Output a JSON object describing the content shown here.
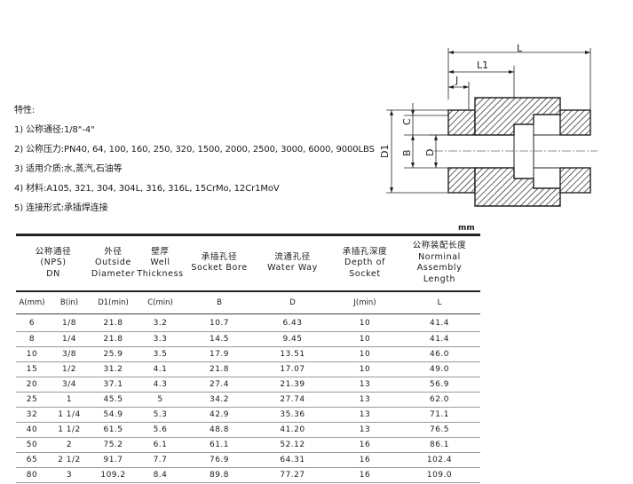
{
  "features": {
    "title": "特性:",
    "items": [
      "1) 公称通径:1/8\"-4\"",
      "2) 公称压力:PN40, 64, 100, 160, 250, 320, 1500, 2000, 2500, 3000, 6000, 9000LBS",
      "3) 适用介质:水,蒸汽,石油等",
      "4) 材料:A105, 321, 304, 304L, 316, 316L, 15CrMo, 12Cr1MoV",
      "5) 连接形式:承插焊连接"
    ]
  },
  "drawing": {
    "labels": {
      "L": "L",
      "L1": "L1",
      "J": "J",
      "C": "C",
      "D1": "D1",
      "B": "B",
      "D": "D"
    }
  },
  "table": {
    "unit": "mm",
    "headers": [
      {
        "lines": [
          "公称通径",
          "(NPS)",
          "DN"
        ]
      },
      {
        "lines": [
          "外径",
          "Outside",
          "Diameter"
        ]
      },
      {
        "lines": [
          "壁厚",
          "Well",
          "Thickness"
        ]
      },
      {
        "lines": [
          "承插孔径",
          "Socket Bore"
        ]
      },
      {
        "lines": [
          "流通孔径",
          "Water Way"
        ]
      },
      {
        "lines": [
          "承插孔深度",
          "Depth of",
          "Socket"
        ]
      },
      {
        "lines": [
          "公称装配长度",
          "Norminal",
          "Assembly",
          "Length"
        ]
      }
    ],
    "subheaders": [
      "A(mm)",
      "B(in)",
      "D1(min)",
      "C(min)",
      "B",
      "D",
      "J(min)",
      "L"
    ],
    "rows": [
      [
        "6",
        "1/8",
        "21.8",
        "3.2",
        "10.7",
        "6.43",
        "10",
        "41.4"
      ],
      [
        "8",
        "1/4",
        "21.8",
        "3.3",
        "14.5",
        "9.45",
        "10",
        "41.4"
      ],
      [
        "10",
        "3/8",
        "25.9",
        "3.5",
        "17.9",
        "13.51",
        "10",
        "46.0"
      ],
      [
        "15",
        "1/2",
        "31.2",
        "4.1",
        "21.8",
        "17.07",
        "10",
        "49.0"
      ],
      [
        "20",
        "3/4",
        "37.1",
        "4.3",
        "27.4",
        "21.39",
        "13",
        "56.9"
      ],
      [
        "25",
        "1",
        "45.5",
        "5",
        "34.2",
        "27.74",
        "13",
        "62.0"
      ],
      [
        "32",
        "1 1/4",
        "54.9",
        "5.3",
        "42.9",
        "35.36",
        "13",
        "71.1"
      ],
      [
        "40",
        "1 1/2",
        "61.5",
        "5.6",
        "48.8",
        "41.20",
        "13",
        "76.5"
      ],
      [
        "50",
        "2",
        "75.2",
        "6.1",
        "61.1",
        "52.12",
        "16",
        "86.1"
      ],
      [
        "65",
        "2 1/2",
        "91.7",
        "7.7",
        "76.9",
        "64.31",
        "16",
        "102.4"
      ],
      [
        "80",
        "3",
        "109.2",
        "8.4",
        "89.8",
        "77.27",
        "16",
        "109.0"
      ]
    ]
  }
}
